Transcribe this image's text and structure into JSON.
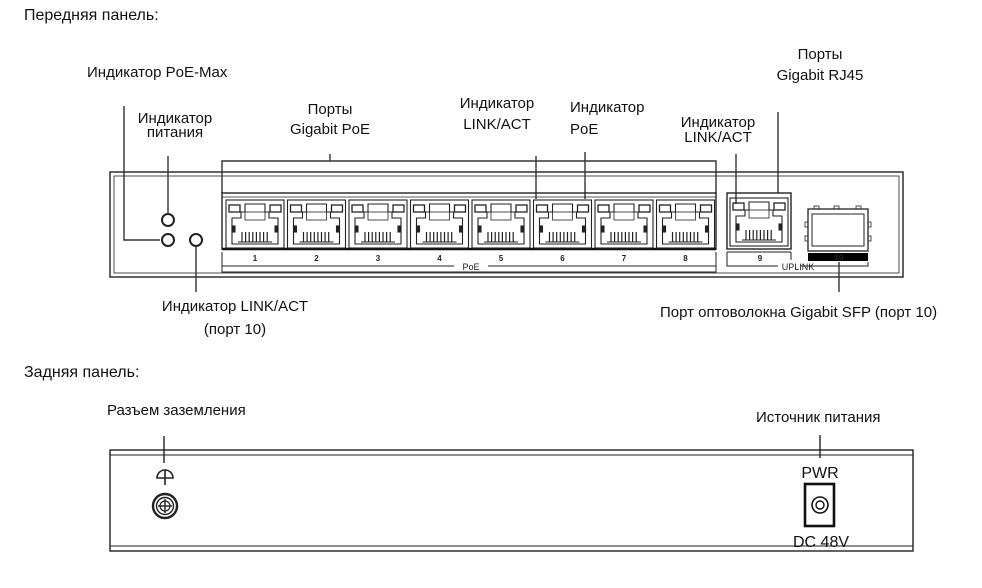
{
  "front_panel": {
    "section_title": "Передняя панель:",
    "labels": {
      "poe_max": "Индикатор PoE-Max",
      "power_l1": "Индикатор",
      "power_l2": "питания",
      "poe_ports_l1": "Порты",
      "poe_ports_l2": "Gigabit PoE",
      "link_act_l1": "Индикатор",
      "link_act_l2": "LINK/ACT",
      "poe_led_l1": "Индикатор",
      "poe_led_l2": "PoE",
      "uplink_link_l1": "Индикатор",
      "uplink_link_l2": "LINK/ACT",
      "rj45_l1": "Порты",
      "rj45_l2": "Gigabit RJ45",
      "port10_led_l1": "Индикатор LINK/ACT",
      "port10_led_l2": "(порт 10)",
      "sfp": "Порт оптоволокна Gigabit SFP (порт 10)"
    },
    "poe_ports": [
      "1",
      "2",
      "3",
      "4",
      "5",
      "6",
      "7",
      "8"
    ],
    "poe_group_label": "PoE",
    "uplink_port": "9",
    "sfp_port": "10",
    "uplink_group_label": "UPLINK"
  },
  "rear_panel": {
    "section_title": "Задняя панель:",
    "labels": {
      "ground": "Разъем заземления",
      "power_source": "Источник питания"
    },
    "pwr_label": "PWR",
    "dc_label": "DC 48V"
  }
}
